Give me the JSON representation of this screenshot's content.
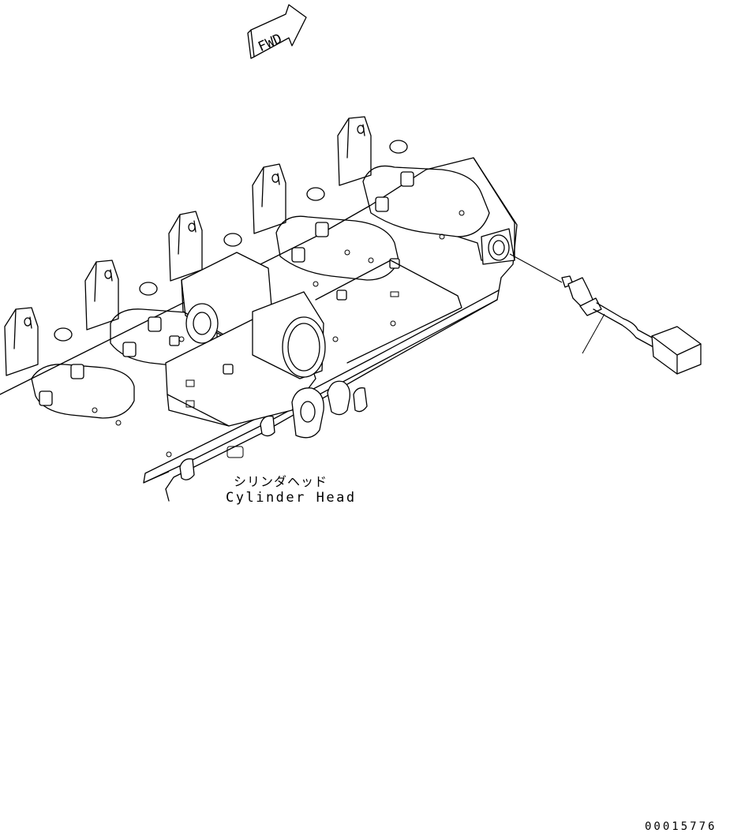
{
  "direction_arrow": {
    "label": "FWD",
    "icon": "fwd-arrow-icon"
  },
  "callout": {
    "label_jp": "シリンダヘッド",
    "label_en": "Cylinder Head"
  },
  "drawing_number": "00015776",
  "colors": {
    "line": "#000000",
    "background": "#ffffff"
  }
}
